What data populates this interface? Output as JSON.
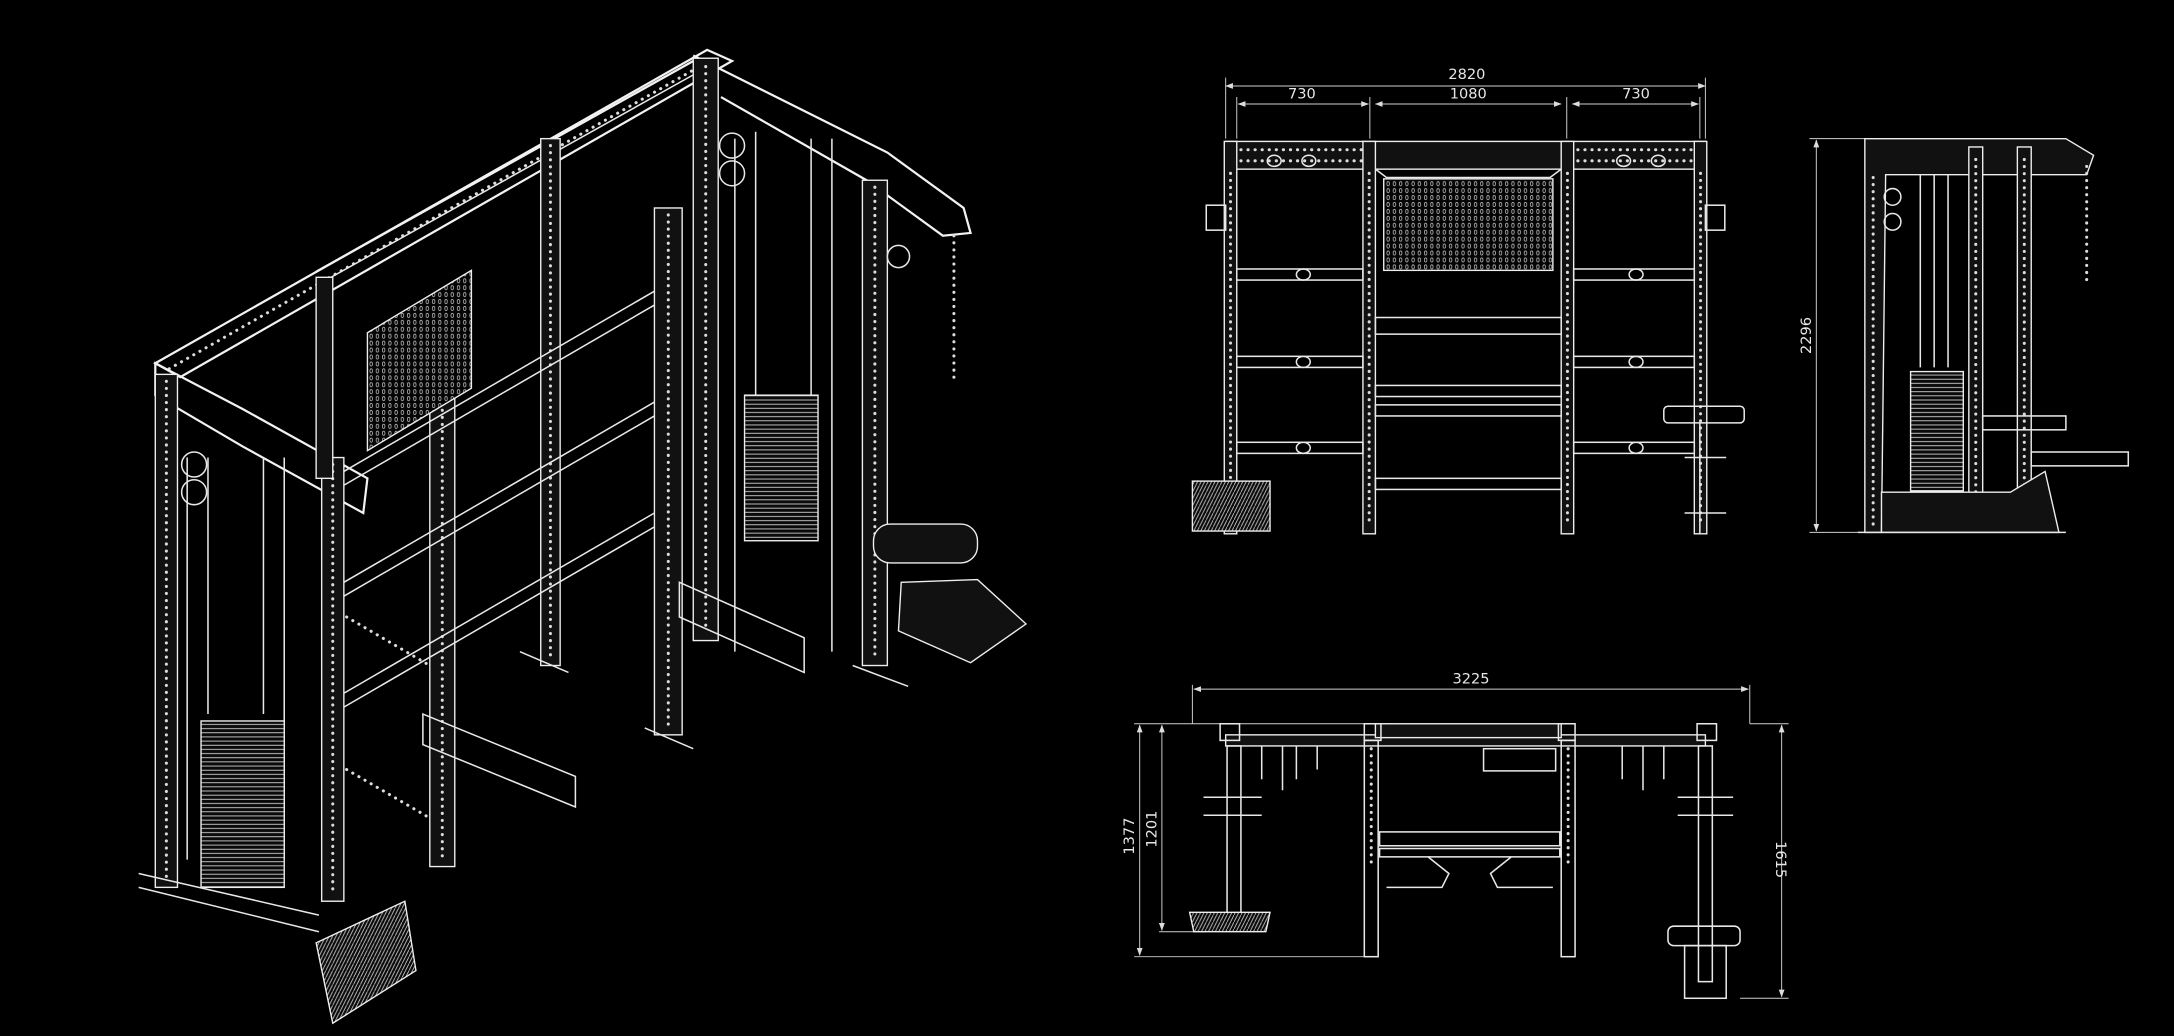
{
  "title": "Functional trainer rack technical drawing",
  "colors": {
    "background": "#000000",
    "lines": "#e8e8e8"
  },
  "views": {
    "isometric": {
      "name": "isometric-view"
    },
    "front": {
      "overall_width": "2820",
      "left_bay": "730",
      "center_bay": "1080",
      "right_bay": "730"
    },
    "side": {
      "height": "2296"
    },
    "top": {
      "overall_width": "3225",
      "depth_outer": "1377",
      "depth_inner": "1201",
      "depth_with_bench": "1615"
    }
  }
}
